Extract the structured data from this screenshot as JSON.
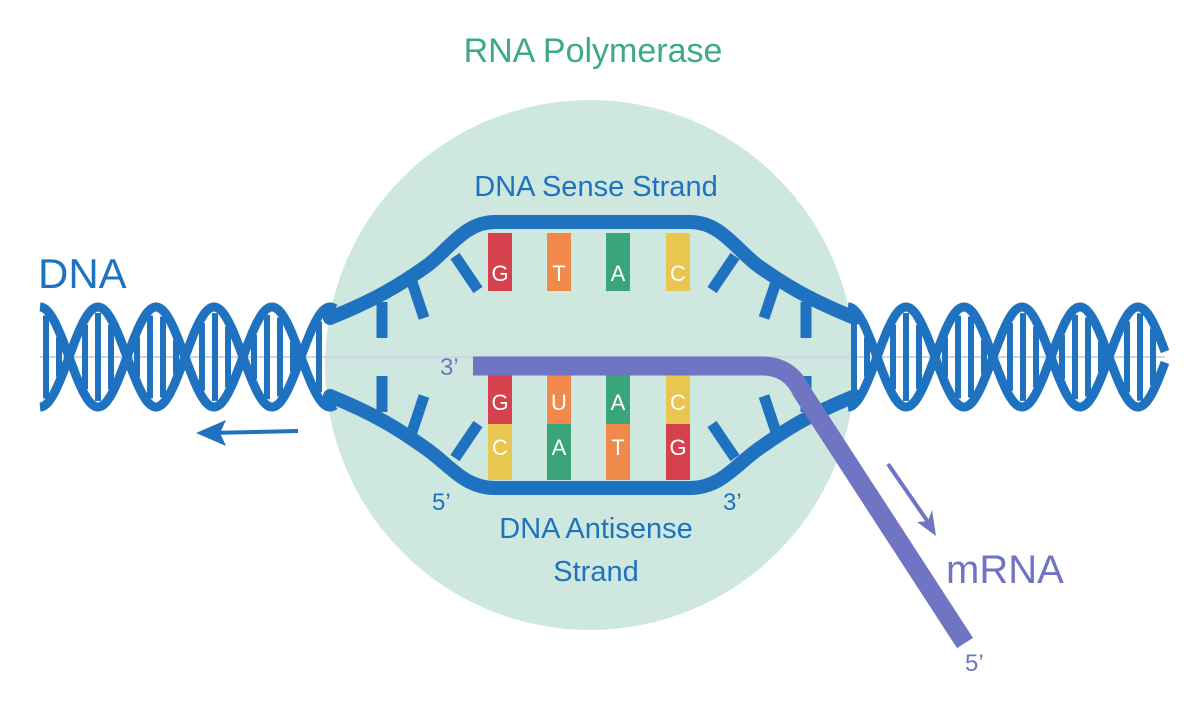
{
  "labels": {
    "polymerase": "RNA Polymerase",
    "dna": "DNA",
    "sense_strand": "DNA Sense Strand",
    "antisense_line1": "DNA Antisense",
    "antisense_line2": "Strand",
    "mrna": "mRNA",
    "mrna_3prime": "3’",
    "mrna_5prime": "5’",
    "antisense_5prime": "5’",
    "antisense_3prime": "3’"
  },
  "sense_bases": [
    "G",
    "T",
    "A",
    "C"
  ],
  "mrna_bases": [
    "G",
    "U",
    "A",
    "C"
  ],
  "antisense_bases": [
    "C",
    "A",
    "T",
    "G"
  ],
  "colors": {
    "dna": "#1f72bf",
    "polymerase_fill": "#cfe8df",
    "polymerase_text": "#3daa86",
    "mrna": "#6f75c2",
    "base_G": "#d6414e",
    "base_T": "#ef8a4a",
    "base_A": "#3aa57a",
    "base_C": "#e8c64f",
    "base_U": "#ef8a4a"
  },
  "icons": [
    "arrow-left-icon",
    "arrow-down-right-icon"
  ]
}
